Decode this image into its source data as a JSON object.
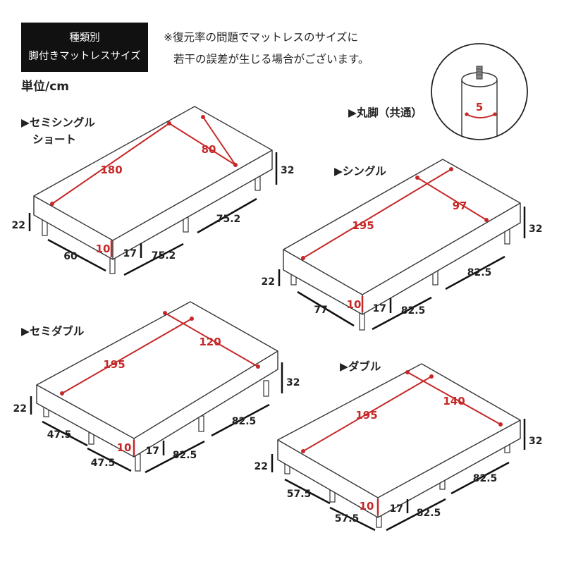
{
  "header": {
    "title_line1": "種類別",
    "title_line2": "脚付きマットレスサイズ",
    "note_line1": "※復元率の問題でマットレスのサイズに",
    "note_line2": "若干の誤差が生じる場合がございます。",
    "unit": "単位/cm"
  },
  "leg": {
    "label": "▶丸脚（共通）",
    "diameter": "5"
  },
  "colors": {
    "dimension_red": "#c62828",
    "outline": "#333333",
    "title_bg": "#111111"
  },
  "semi_single_short": {
    "title_line1": "▶セミシングル",
    "title_line2": "ショート",
    "length": "180",
    "width": "80",
    "total_height": "32",
    "mattress_thickness": "10",
    "leg_height": "17",
    "height_with_legs": "22",
    "leg_pitch_width": "60",
    "leg_pitch_long_front": "75.2",
    "leg_pitch_long_back": "75.2"
  },
  "single": {
    "title": "▶シングル",
    "length": "195",
    "width": "97",
    "total_height": "32",
    "mattress_thickness": "10",
    "leg_height": "17",
    "height_with_legs": "22",
    "leg_pitch_width": "77",
    "leg_pitch_long_front": "82.5",
    "leg_pitch_long_back": "82.5"
  },
  "semi_double": {
    "title": "▶セミダブル",
    "length": "195",
    "width": "120",
    "total_height": "32",
    "mattress_thickness": "10",
    "leg_height": "17",
    "height_with_legs": "22",
    "leg_pitch_width_a": "47.5",
    "leg_pitch_width_b": "47.5",
    "leg_pitch_long_front": "82.5",
    "leg_pitch_long_back": "82.5"
  },
  "double": {
    "title": "▶ダブル",
    "length": "195",
    "width": "140",
    "total_height": "32",
    "mattress_thickness": "10",
    "leg_height": "17",
    "height_with_legs": "22",
    "leg_pitch_width_a": "57.5",
    "leg_pitch_width_b": "57.5",
    "leg_pitch_long_front": "82.5",
    "leg_pitch_long_back": "82.5"
  }
}
